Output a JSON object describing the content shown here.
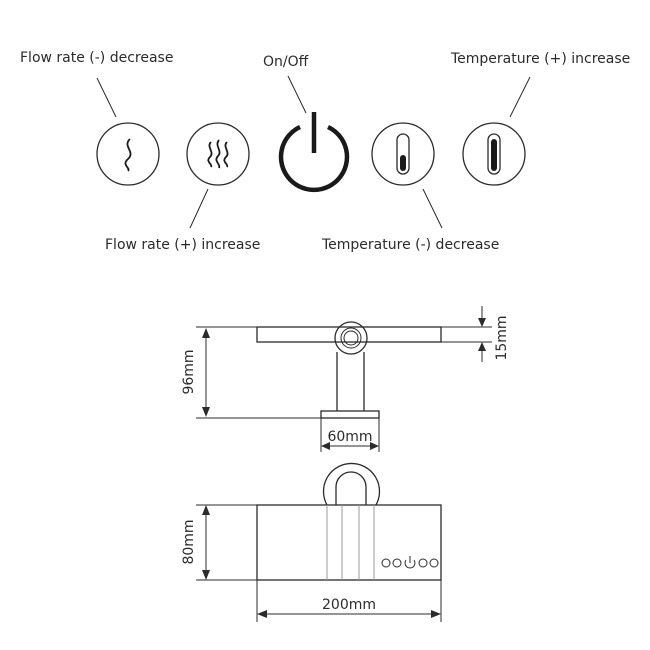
{
  "controls": {
    "flow_decrease_label": "Flow rate (-) decrease",
    "flow_increase_label": "Flow rate (+) increase",
    "on_off_label": "On/Off",
    "temp_decrease_label": "Temperature (-) decrease",
    "temp_increase_label": "Temperature (+) increase"
  },
  "dimensions": {
    "height_side": "96mm",
    "bar_thickness": "15mm",
    "base_width": "60mm",
    "front_height": "80mm",
    "front_width": "200mm"
  },
  "icons": {
    "flow_decrease": "single-wave-icon",
    "flow_increase": "triple-wave-icon",
    "on_off": "power-icon",
    "temp_decrease": "thermometer-low-icon",
    "temp_increase": "thermometer-high-icon"
  }
}
